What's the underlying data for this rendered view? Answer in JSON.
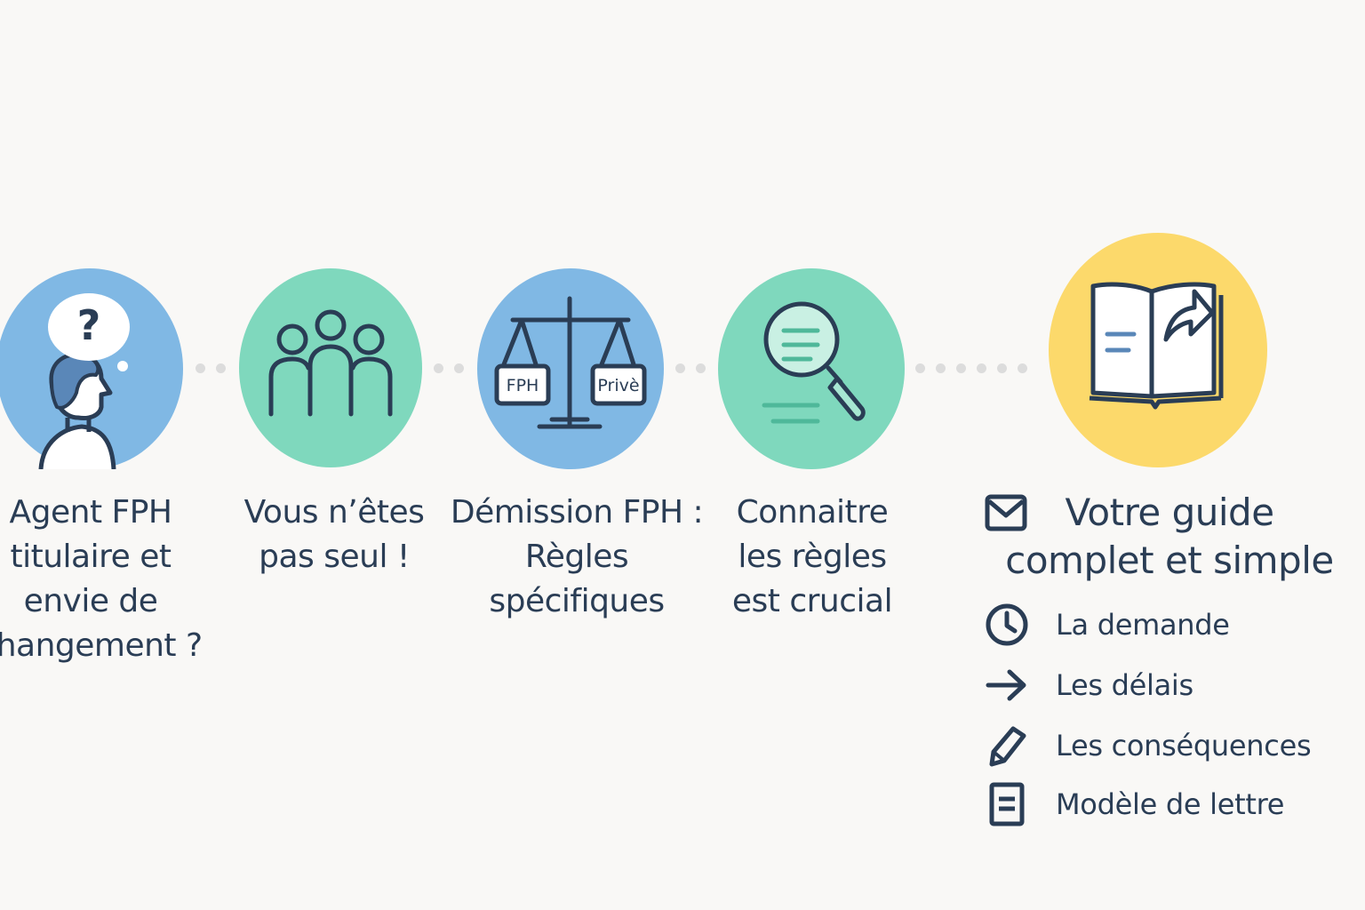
{
  "colors": {
    "background": "#f9f8f6",
    "blue": "#80b8e4",
    "green": "#7fd8bd",
    "yellow": "#fcd96b",
    "ink": "#2a3d55",
    "connector": "#dcdcdc"
  },
  "steps": [
    {
      "label": "Agent FPH\ntitulaire et\nenvie de\nchangement ?",
      "icon": "person-question-icon",
      "question_mark": "?"
    },
    {
      "label": "Vous n’êtes\npas seul !",
      "icon": "group-icon"
    },
    {
      "label": "Démission FPH :\nRègles\nspécifiques",
      "icon": "scales-icon",
      "left_pan": "FPH",
      "right_pan": "Privè"
    },
    {
      "label": "Connaitre\nles règles\nest crucial",
      "icon": "magnifier-icon"
    }
  ],
  "guide": {
    "title": "Votre guide\ncomplet et simple",
    "title_icon": "envelope-icon",
    "book_icon": "open-book-share-icon",
    "items": [
      {
        "label": "La demande",
        "icon": "clock-icon"
      },
      {
        "label": "Les délais",
        "icon": "arrow-right-icon"
      },
      {
        "label": "Les conséquences",
        "icon": "pencil-icon"
      },
      {
        "label": "Modèle de lettre",
        "icon": "document-icon"
      }
    ]
  }
}
